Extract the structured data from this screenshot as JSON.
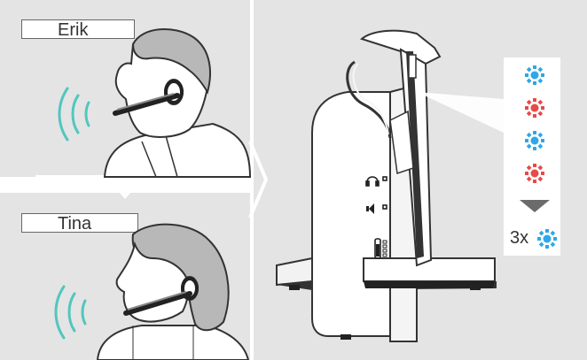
{
  "people": {
    "first": {
      "name": "Erik"
    },
    "second": {
      "name": "Tina"
    }
  },
  "led_sequence": {
    "steps": [
      "blue",
      "red",
      "blue",
      "red"
    ],
    "repeat_label": "3x",
    "repeat_color": "blue"
  },
  "colors": {
    "led_blue": "#2ea8e6",
    "led_red": "#e84a4a",
    "panel_bg": "#e4e4e4",
    "arrow": "#6b6b6b"
  },
  "icons": [
    "headset-icon",
    "mute-icon",
    "battery-icon",
    "sound-waves-icon",
    "arrow-down-icon"
  ]
}
